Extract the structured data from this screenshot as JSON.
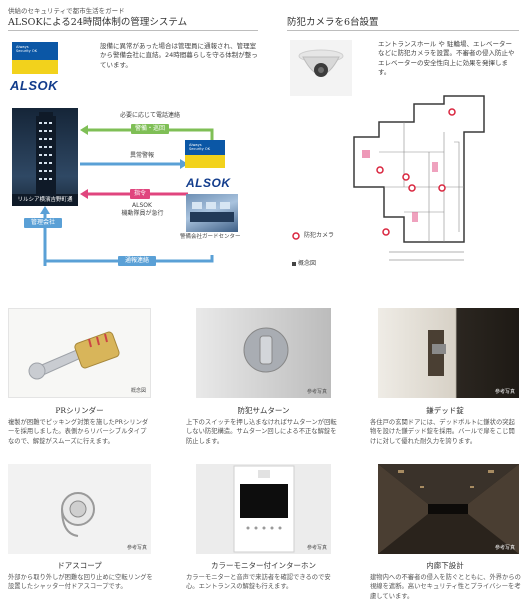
{
  "left_header": {
    "subtitle": "供給のセキュリティで都市生活をガード",
    "title": "ALSOKによる24時間体制の管理システム"
  },
  "right_header": {
    "title": "防犯カメラを6台設置"
  },
  "alsok_logo": {
    "small_text": "Always Security OK",
    "brand": "ALSOK"
  },
  "alsok_intro": "設備に異常があった場合は管理員に通報され、管理室から警備会社に直結。24時間暮らしを守る体制が整っています。",
  "camera_text": "エントランスホール や 駐輪場、エレベーターなどに防犯カメラを設置。不審者の侵入防止やエレベーターの安全性向上に効果を発揮します。",
  "diagram": {
    "building_label": "リルシア横濱吉野町通",
    "label_request": "必要に応じて電話連絡",
    "badge_guard_patrol": "警備・巡回",
    "label_abnormal": "異常警報",
    "badge_command": "指令",
    "label_dispatch_1": "ALSOK",
    "label_dispatch_2": "機動隊員が急行",
    "badge_management": "管理会社",
    "badge_contact": "通報連絡",
    "center_label": "警備会社ガードセンター"
  },
  "floor_plan": {
    "legend_camera": "防犯カメラ",
    "legend_note": "概念図"
  },
  "features": [
    {
      "title": "PRシリンダー",
      "tag": "概念図",
      "desc": "複製が困難でピッキング対策を施したPRシリンダーを採用しました。表側からリバーシブルタイプなので、解錠がスムーズに行えます。"
    },
    {
      "title": "防犯サムターン",
      "tag": "参考写真",
      "desc": "上下のスイッチを押し込まなければサムターンが回転しない防犯構造。サムターン回しによる不正な解錠を防止します。"
    },
    {
      "title": "鎌デッド錠",
      "tag": "参考写真",
      "desc": "各住戸の玄関ドアには、デッドボルトに鎌状の突起物を設けた鎌デッド錠を採用。バールで扉をこじ開けに対して優れた耐久力を誇ります。"
    },
    {
      "title": "ドアスコープ",
      "tag": "参考写真",
      "desc": "外部から取り外しが困難な回り止めに空転リングを設置したシャッター付ドアスコープです。"
    },
    {
      "title": "カラーモニター付インターホン",
      "tag": "参考写真",
      "desc": "カラーモニターと音声で来訪者を確認できるので安心。エントランスの解錠も行えます。"
    },
    {
      "title": "内廊下設計",
      "tag": "参考写真",
      "desc": "建物内への不審者の侵入を防ぐとともに、外界からの視線を遮断。高いセキュリティ性とプライバシーを考慮しています。"
    }
  ],
  "colors": {
    "green": "#7fbf56",
    "pink": "#e0457e",
    "blue": "#5aa0d6",
    "camera_red": "#d9253e"
  }
}
